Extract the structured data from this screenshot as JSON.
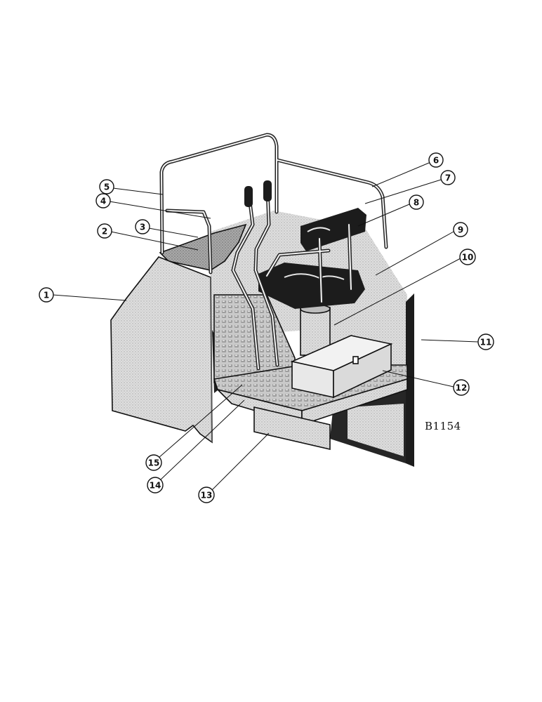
{
  "drawing_code": "B1154",
  "callouts": [
    "1",
    "2",
    "3",
    "4",
    "5",
    "6",
    "7",
    "8",
    "9",
    "10",
    "11",
    "12",
    "13",
    "14",
    "15"
  ],
  "colors": {
    "panel": "#d6d6d6",
    "panel_dark": "#9a9a9a",
    "seat": "#1c1c1c",
    "line": "#111111"
  }
}
